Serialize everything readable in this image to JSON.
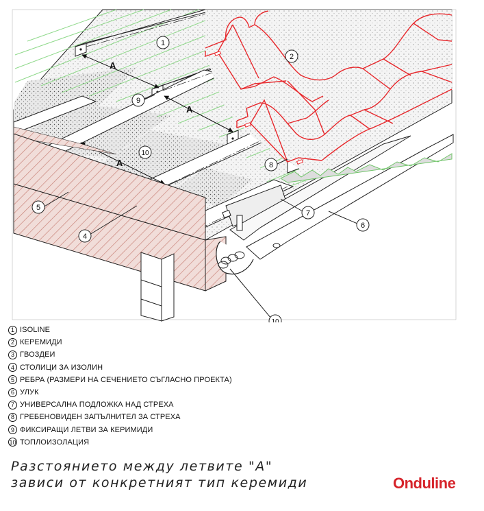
{
  "callouts": {
    "c1": "1",
    "c2": "2",
    "c3": "8",
    "c4": "9",
    "c5": "10",
    "c6": "5",
    "c7": "4",
    "c8": "7",
    "c9": "6",
    "c10": "10"
  },
  "spacing_label": "A",
  "legend": [
    {
      "num": "1",
      "text": "ISOLINE"
    },
    {
      "num": "2",
      "text": "КЕРЕМИДИ"
    },
    {
      "num": "3",
      "text": "ГВОЗДЕИ"
    },
    {
      "num": "4",
      "text": "СТОЛИЦИ ЗА ИЗОЛИН"
    },
    {
      "num": "5",
      "text": "РЕБРА (РАЗМЕРИ НА СЕЧЕНИЕТО СЪГЛАСНО ПРОЕКТА)"
    },
    {
      "num": "6",
      "text": "УЛУК"
    },
    {
      "num": "7",
      "text": "УНИВЕРСАЛНА ПОДЛОЖКА НАД СТРЕХА"
    },
    {
      "num": "8",
      "text": "ГРЕБЕНОВИДЕН ЗАПЪЛНИТЕЛ ЗА СТРЕХА"
    },
    {
      "num": "9",
      "text": "ФИКСИРАЩИ ЛЕТВИ ЗА КЕРИМИДИ"
    },
    {
      "num": "10",
      "text": "ТОПЛОИЗОЛАЦИЯ"
    }
  ],
  "note": {
    "line1": "Разстоянието между летвите \"А\"",
    "line2": "зависи от конкретният тип керемиди"
  },
  "logo": "Onduline",
  "colors": {
    "tile": "#e8282c",
    "underlay": "#8fd98a",
    "brick": "#c9847a",
    "logo": "#d6242b"
  }
}
